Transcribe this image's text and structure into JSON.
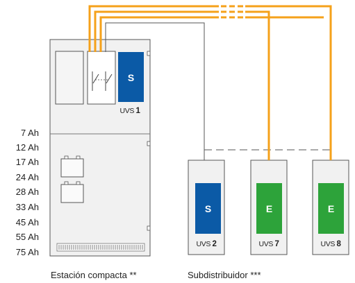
{
  "battery_capacities": [
    "7 Ah",
    "12 Ah",
    "17 Ah",
    "24 Ah",
    "28 Ah",
    "33 Ah",
    "45 Ah",
    "55 Ah",
    "75 Ah"
  ],
  "compact_station": {
    "caption": "Estación compacta **",
    "module": {
      "letter": "S",
      "uvs_prefix": "UVS",
      "uvs_number": "1",
      "color": "#0b5aa6"
    }
  },
  "subdistributor": {
    "caption": "Subdistribuidor ***",
    "units": [
      {
        "letter": "S",
        "uvs_prefix": "UVS",
        "uvs_number": "2",
        "color": "#0b5aa6"
      },
      {
        "letter": "E",
        "uvs_prefix": "UVS",
        "uvs_number": "7",
        "color": "#2da33a"
      },
      {
        "letter": "E",
        "uvs_prefix": "UVS",
        "uvs_number": "8",
        "color": "#2da33a"
      }
    ]
  },
  "colors": {
    "cable": "#f5a11a",
    "line": "#555555",
    "cabinet": "#f1f1f1"
  }
}
